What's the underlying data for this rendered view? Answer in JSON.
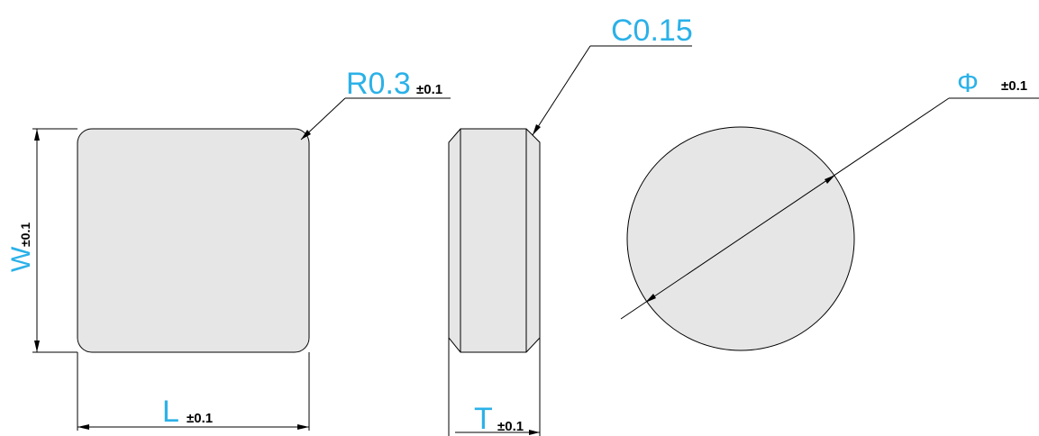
{
  "square_part": {
    "radius_label": "R0.3",
    "radius_tol": "±0.1",
    "width_label": "W",
    "width_tol": "±0.1",
    "length_label": "L",
    "length_tol": "±0.1"
  },
  "side_part": {
    "chamfer_label": "C0.15",
    "thickness_label": "T",
    "thickness_tol": "±0.1"
  },
  "round_part": {
    "diameter_label": "Φ",
    "diameter_tol": "±0.1"
  },
  "colors": {
    "label": "#2bb1e8",
    "part_fill": "#e6e6e6",
    "line": "#000000"
  }
}
